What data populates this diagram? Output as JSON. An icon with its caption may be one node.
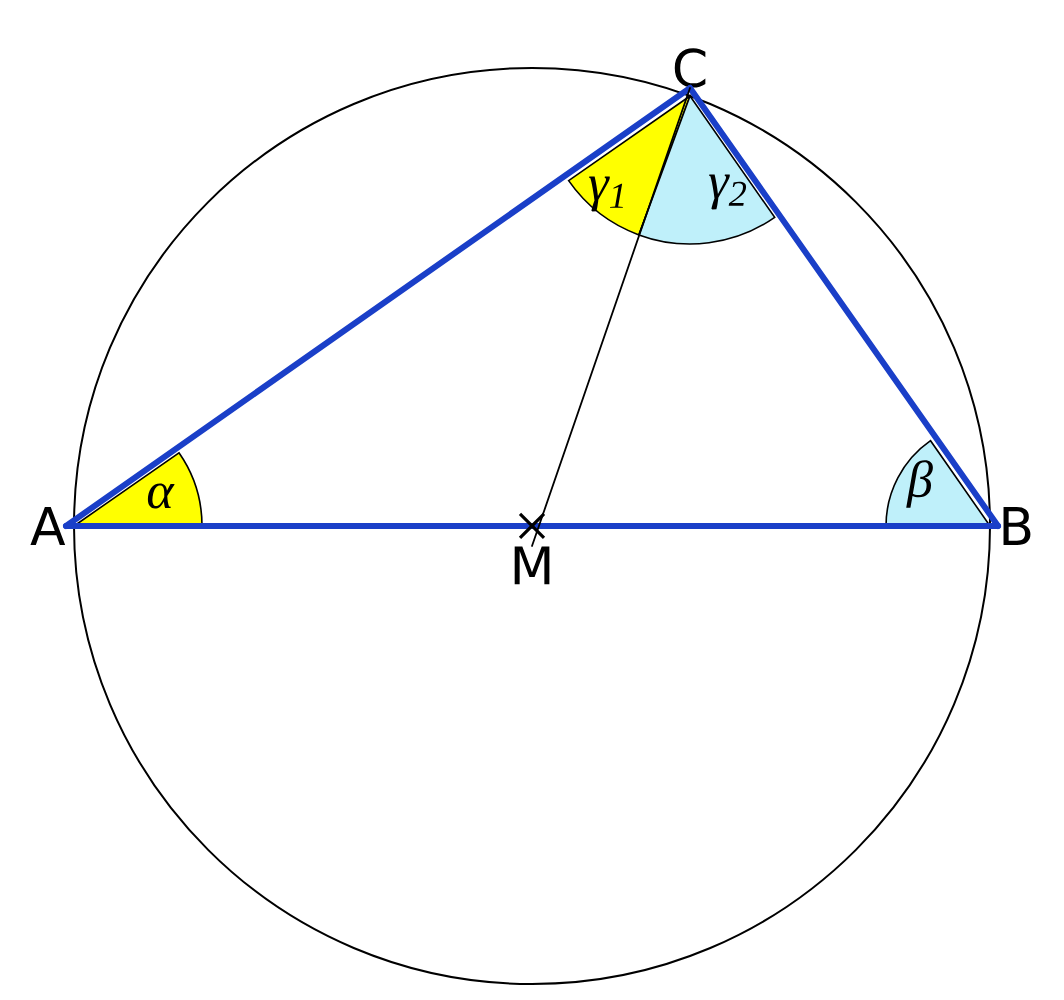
{
  "diagram": {
    "nodes": [
      {
        "text": [
          "A"
        ]
      },
      {
        "text": [
          "B"
        ]
      },
      {
        "text": [
          "C"
        ]
      },
      {
        "text": [
          "M"
        ]
      }
    ],
    "edges": [
      {
        "from": 0,
        "to": 1,
        "arrow": "none"
      },
      {
        "from": 1,
        "to": 2,
        "arrow": "none"
      },
      {
        "from": 2,
        "to": 0,
        "arrow": "none"
      },
      {
        "from": 2,
        "to": 3,
        "arrow": "none",
        "color": "#000000"
      }
    ],
    "labels": [
      "α",
      "β",
      "γ$_{1}$",
      "γ$_{2}$"
    ]
  }
}
